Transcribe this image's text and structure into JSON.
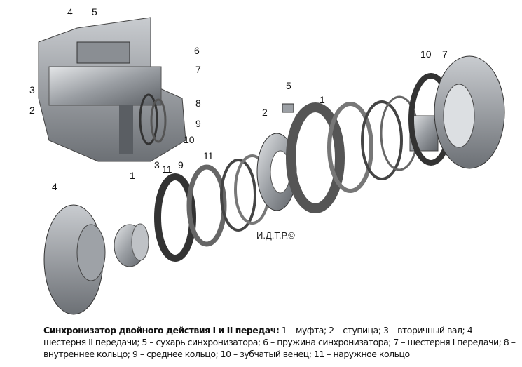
{
  "diagram": {
    "labels_assembly": [
      "4",
      "5",
      "6",
      "7",
      "3",
      "2",
      "8",
      "9",
      "10",
      "1",
      "3",
      "11",
      "9"
    ],
    "labels_exploded": [
      "10",
      "7",
      "5",
      "1",
      "2",
      "11",
      "4"
    ],
    "watermark": "И.Д.Т.Р.©"
  },
  "caption": {
    "title": "Синхронизатор двойного действия I и II передач:",
    "text": " 1 – муфта; 2 – ступица; 3 – вторичный вал; 4 – шестерня II передачи; 5 – сухарь синхронизатора; 6 – пружина синхронизатора; 7 – шестерня I передачи; 8 – внутреннее кольцо; 9 – среднее кольцо; 10 – зубчатый венец; 11 – наружное кольцо"
  }
}
